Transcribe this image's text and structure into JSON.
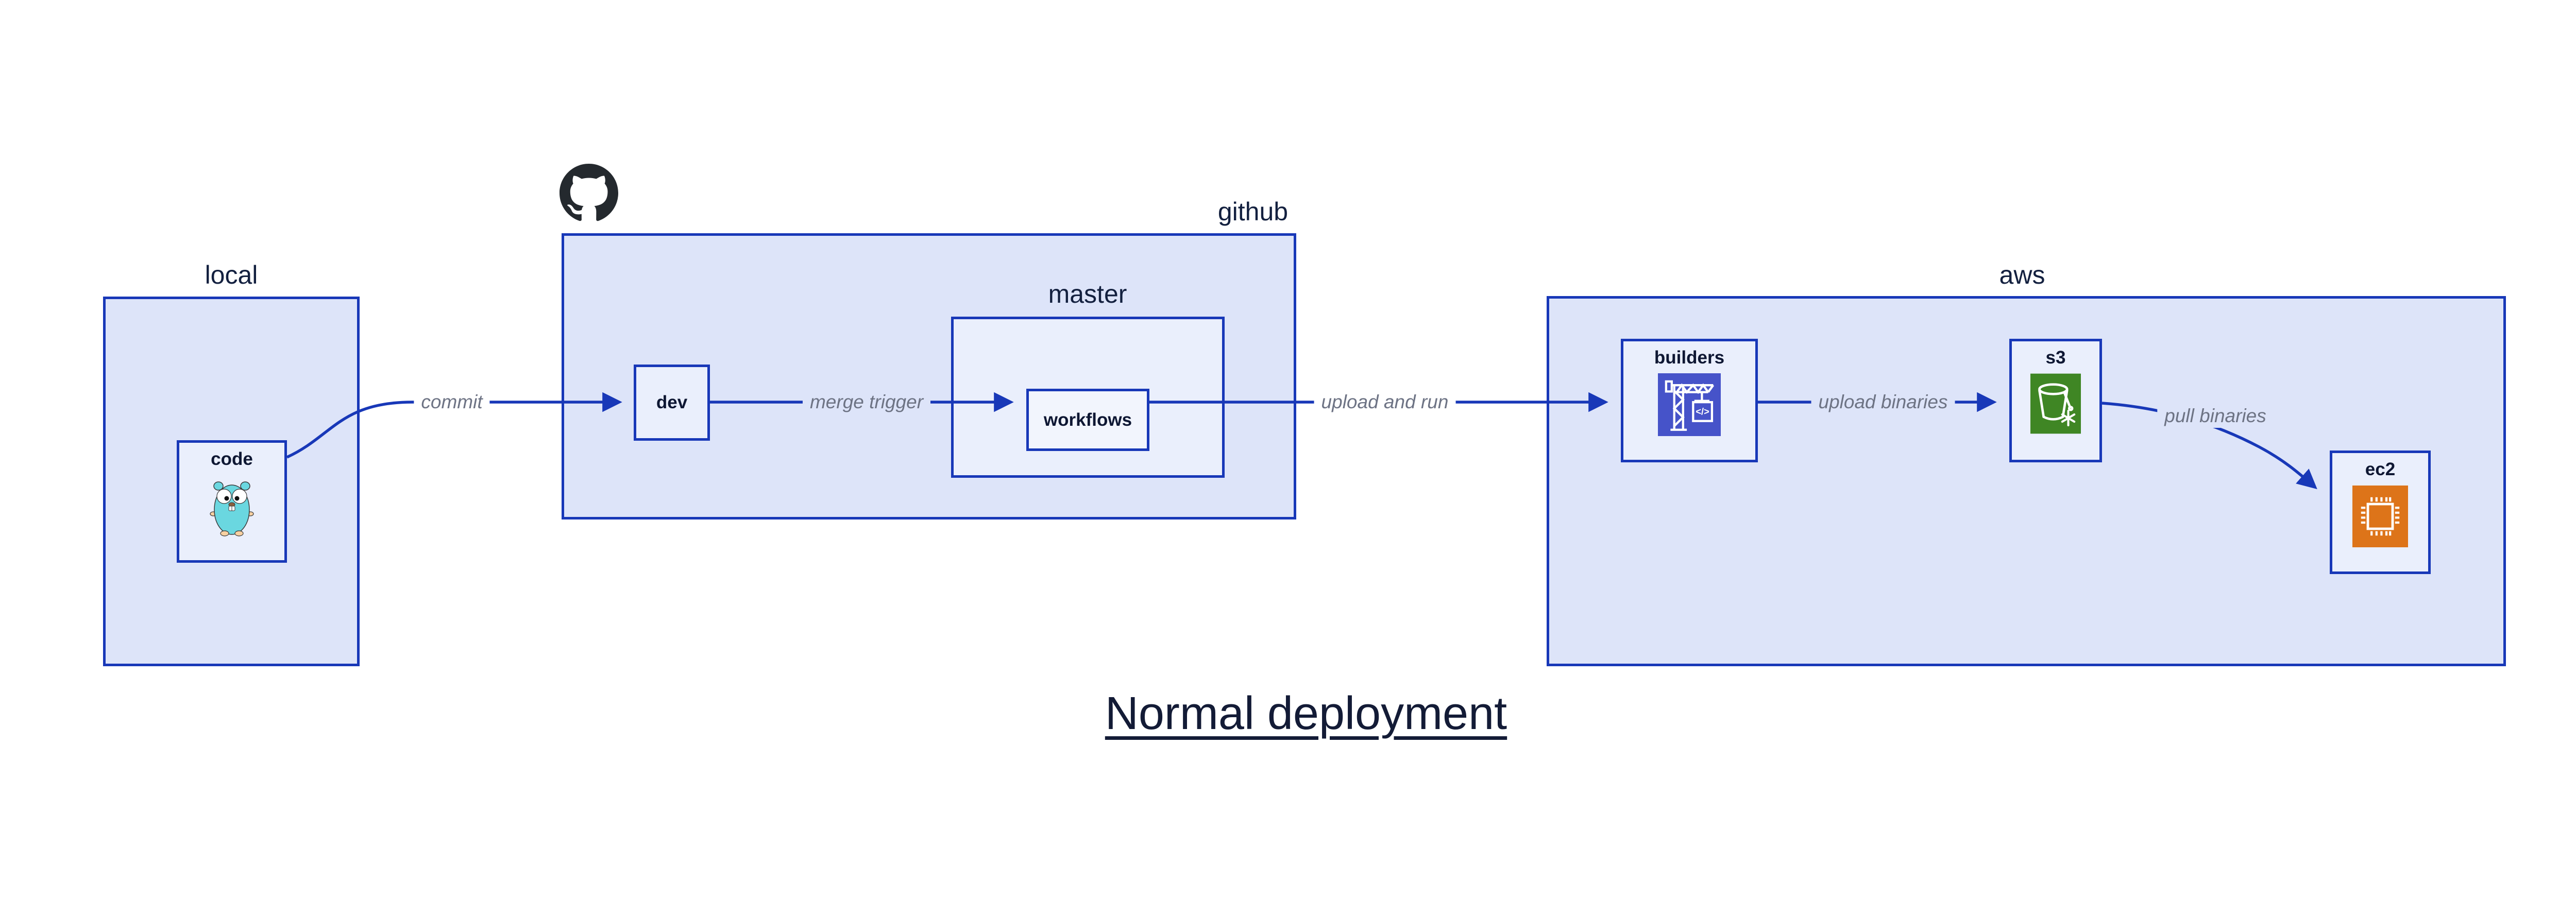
{
  "title": "Normal deployment",
  "colors": {
    "border-blue": "#1838b8",
    "fill-l1": "#dde4f9",
    "fill-l2": "#eaeffc",
    "fill-l3": "#f2f5fd",
    "navy": "#0f1a38",
    "edge-gray": "#6d7384",
    "github-black": "#24292e",
    "codebuild-indigo": "#4653c9",
    "s3-glacier-green": "#3f8624",
    "ec2-orange": "#dd7419",
    "gopher-teal": "#6ad7e0"
  },
  "groups": {
    "local": {
      "label": "local"
    },
    "github": {
      "label": "github",
      "icon": "github-octocat-icon"
    },
    "master": {
      "label": "master"
    },
    "aws": {
      "label": "aws"
    }
  },
  "nodes": {
    "code": {
      "label": "code",
      "icon": "go-gopher-icon"
    },
    "dev": {
      "label": "dev"
    },
    "workflows": {
      "label": "workflows"
    },
    "builders": {
      "label": "builders",
      "icon": "codebuild-crane-icon",
      "icon_text": "</>"
    },
    "s3": {
      "label": "s3",
      "icon": "s3-glacier-bucket-icon"
    },
    "ec2": {
      "label": "ec2",
      "icon": "ec2-chip-icon"
    }
  },
  "edges": [
    {
      "from": "code",
      "to": "dev",
      "label": "commit"
    },
    {
      "from": "dev",
      "to": "workflows",
      "label": "merge trigger"
    },
    {
      "from": "workflows",
      "to": "builders",
      "label": "upload and run"
    },
    {
      "from": "builders",
      "to": "s3",
      "label": "upload binaries"
    },
    {
      "from": "s3",
      "to": "ec2",
      "label": "pull binaries"
    }
  ]
}
